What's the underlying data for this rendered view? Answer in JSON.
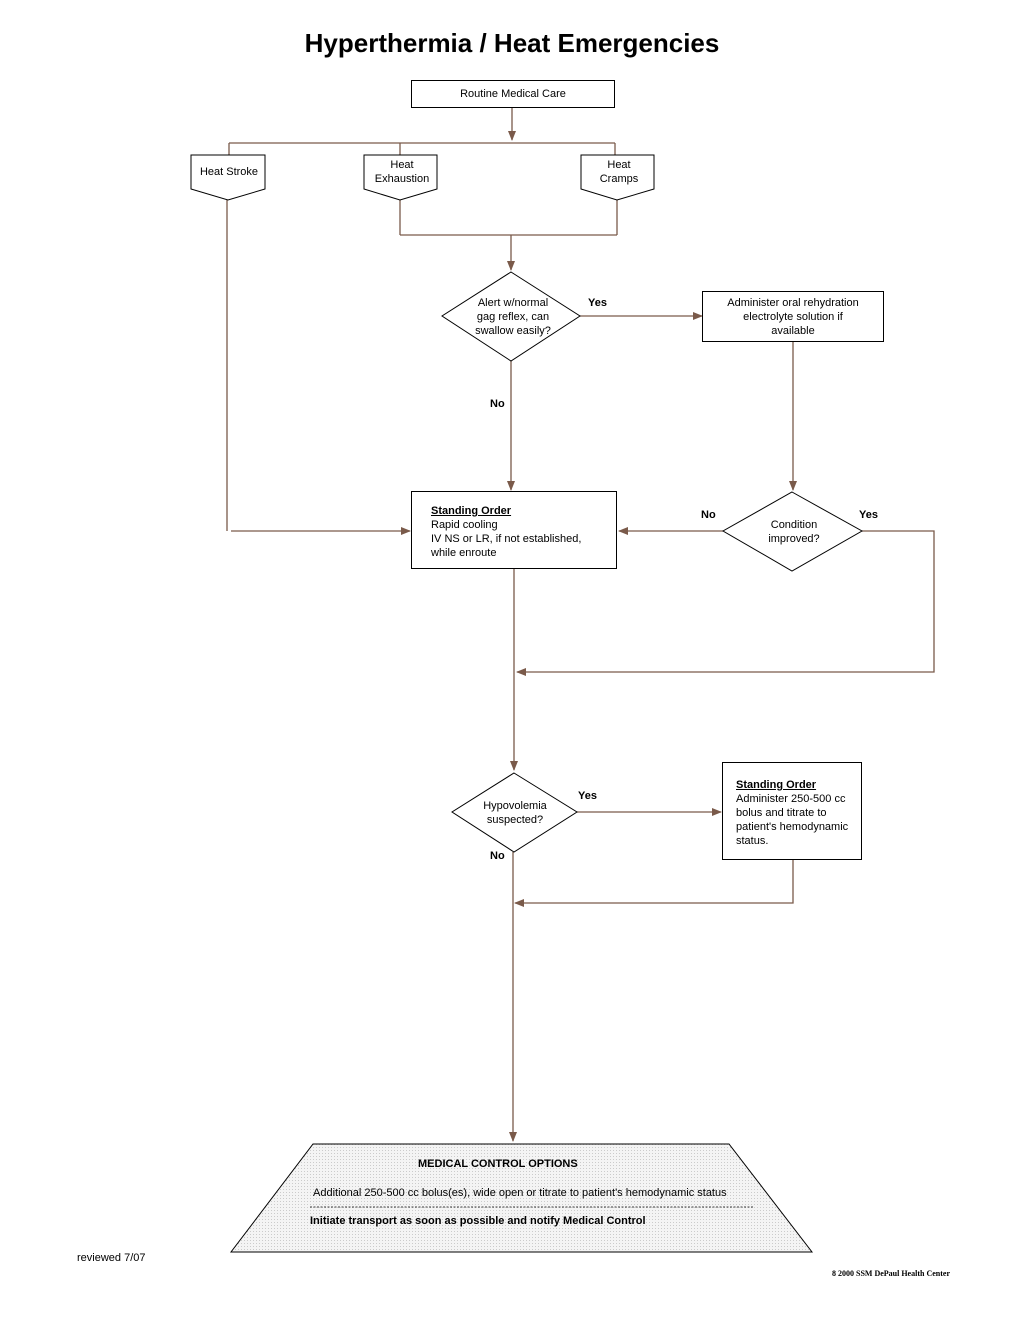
{
  "title": "Hyperthermia / Heat Emergencies",
  "nodes": {
    "routine_care": "Routine Medical Care",
    "heat_stroke": "Heat Stroke",
    "heat_exhaustion": [
      "Heat",
      "Exhaustion"
    ],
    "heat_cramps": [
      "Heat",
      "Cramps"
    ],
    "alert_decision": [
      "Alert w/normal",
      "gag reflex, can",
      "swallow easily?"
    ],
    "oral_rehydration": [
      "Administer oral rehydration",
      "electrolyte solution if",
      "available"
    ],
    "standing_order_cooling": {
      "heading": "Standing Order",
      "lines": [
        "Rapid cooling",
        "IV NS or LR, if not established,",
        "while enroute"
      ]
    },
    "condition_improved": [
      "Condition",
      "improved?"
    ],
    "hypovolemia_decision": [
      "Hypovolemia",
      "suspected?"
    ],
    "standing_order_bolus": {
      "heading": "Standing Order",
      "lines": [
        "Administer 250-500 cc",
        "bolus and titrate to",
        "patient's hemodynamic",
        "status."
      ]
    },
    "medical_control": {
      "heading": "MEDICAL CONTROL OPTIONS",
      "option1": "Additional 250-500 cc bolus(es), wide open or titrate to patient's hemodynamic status",
      "option2": "Initiate transport as soon as possible and notify Medical Control"
    }
  },
  "edge_labels": {
    "alert_yes": "Yes",
    "alert_no": "No",
    "condition_no": "No",
    "condition_yes": "Yes",
    "hypo_yes": "Yes",
    "hypo_no": "No"
  },
  "footer": {
    "reviewed": "reviewed 7/07",
    "copyright": "8 2000 SSM DePaul Health Center"
  },
  "colors": {
    "connector": "#7a5a4a",
    "border": "#000000",
    "trapezoid_fill": "#f0f0f0"
  }
}
